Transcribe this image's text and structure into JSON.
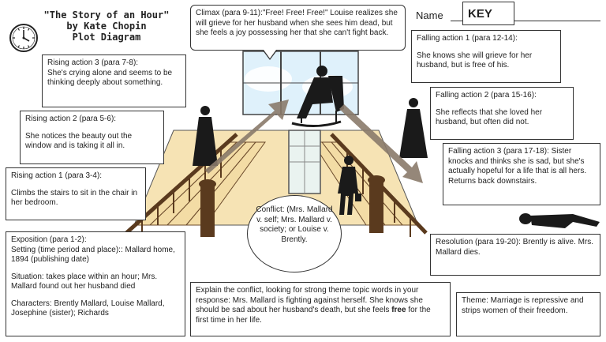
{
  "title": {
    "line1": "\"The Story of an Hour\"",
    "line2": "by Kate Chopin",
    "line3": "Plot Diagram"
  },
  "name": {
    "label": "Name",
    "key": "KEY"
  },
  "climax": "Climax (para 9-11):\"Free! Free! Free!\" Louise realizes she will grieve for her husband when she sees him dead, but she feels a joy possessing her that she can't fight back.",
  "rising3": {
    "heading": "Rising action 3 (para 7-8):",
    "text": "She's crying alone and seems to be thinking deeply about something."
  },
  "rising2": {
    "heading": "Rising action 2 (para 5-6):",
    "text": "She notices the beauty out the window and is taking it all in."
  },
  "rising1": {
    "heading": "Rising action 1 (para 3-4):",
    "text": "Climbs the stairs to sit in the chair in her bedroom."
  },
  "exposition": {
    "heading": "Exposition (para 1-2):",
    "setting": "Setting (time period and place):: Mallard home, 1894 (publishing date)",
    "situation": "Situation: takes place within an hour; Mrs. Mallard found out her husband died",
    "characters": "Characters: Brently Mallard, Louise Mallard, Josephine (sister); Richards"
  },
  "falling1": {
    "heading": "Falling action 1 (para 12-14):",
    "text": "She knows she will grieve for her husband, but is free of his."
  },
  "falling2": {
    "heading": "Falling action 2 (para 15-16):",
    "text": "She reflects that she loved her husband, but often did not."
  },
  "falling3": "Falling action 3 (para 17-18): Sister knocks and thinks she is sad, but she's actually hopeful for a life that is all hers. Returns back downstairs.",
  "conflict": "Conflict:  (Mrs. Mallard v. self; Mrs. Mallard v. society; or Louise v. Brently.",
  "resolution": "Resolution (para 19-20):  Brently is alive. Mrs. Mallard dies.",
  "explain": {
    "before": "Explain the conflict, looking for strong theme topic words in your response: Mrs. Mallard is fighting against herself.  She knows she should be sad about her husband's death, but she feels ",
    "bold": "free",
    "after": " for the first time in her life."
  },
  "theme": "Theme: Marriage is repressive and strips women of their freedom."
}
